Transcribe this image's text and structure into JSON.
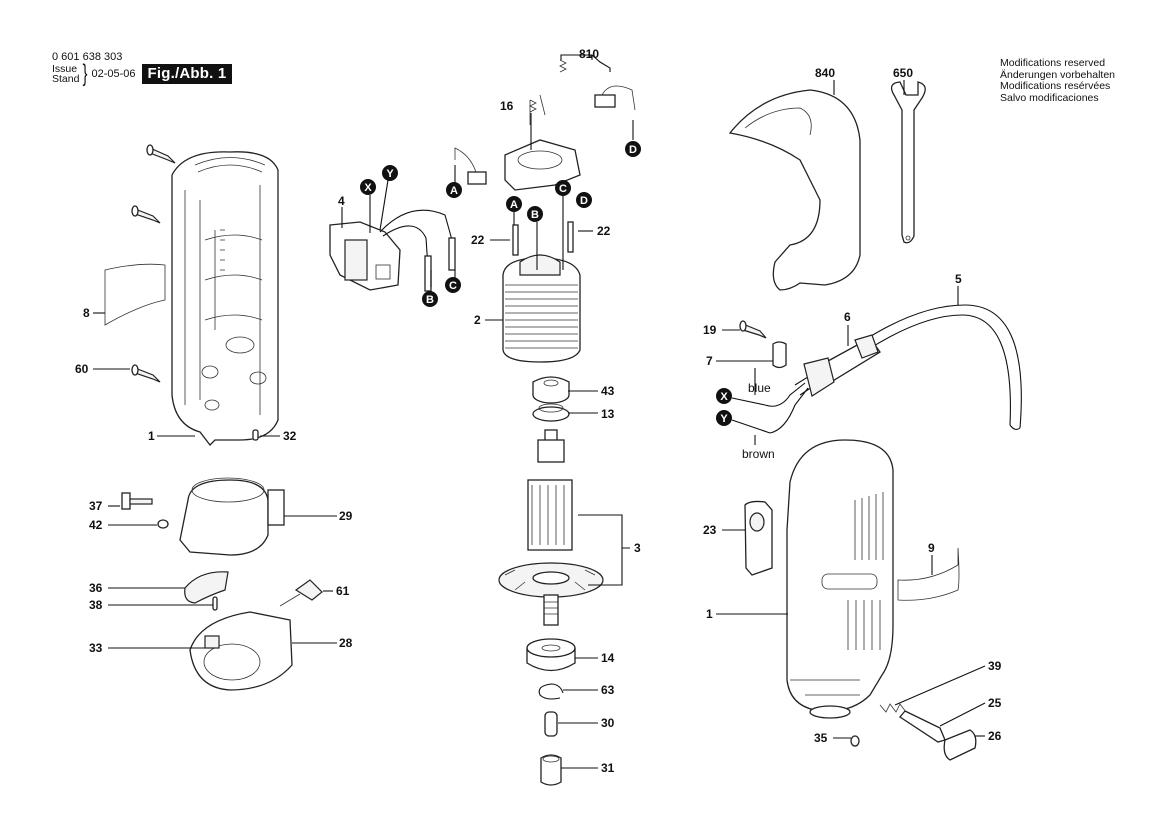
{
  "header": {
    "document_number": "0 601 638 303",
    "issue_label": "Issue",
    "stand_label": "Stand",
    "issue_date": "02-05-06",
    "figure_label": "Fig./Abb. 1"
  },
  "notice": [
    "Modifications reserved",
    "Änderungen vorbehalten",
    "Modifications resérvées",
    "Salvo modificaciones"
  ],
  "callouts": {
    "c810": "810",
    "c16": "16",
    "c840": "840",
    "c650": "650",
    "c4": "4",
    "c22a": "22",
    "c22b": "22",
    "c2": "2",
    "c43": "43",
    "c13": "13",
    "c3": "3",
    "c14": "14",
    "c63": "63",
    "c30": "30",
    "c31": "31",
    "c8": "8",
    "c60": "60",
    "c1a": "1",
    "c32": "32",
    "c37": "37",
    "c42": "42",
    "c29": "29",
    "c36": "36",
    "c38": "38",
    "c61": "61",
    "c33": "33",
    "c28": "28",
    "c5": "5",
    "c6": "6",
    "c19": "19",
    "c7": "7",
    "c23": "23",
    "c9": "9",
    "c1b": "1",
    "c39": "39",
    "c25": "25",
    "c35": "35",
    "c26": "26"
  },
  "connectors": {
    "X1": "X",
    "Y1": "Y",
    "A1": "A",
    "B1": "B",
    "C1": "C",
    "D1": "D",
    "A2": "A",
    "B2": "B",
    "C2": "C",
    "D2": "D",
    "X2": "X",
    "Y2": "Y"
  },
  "wires": {
    "blue": "blue",
    "brown": "brown"
  }
}
